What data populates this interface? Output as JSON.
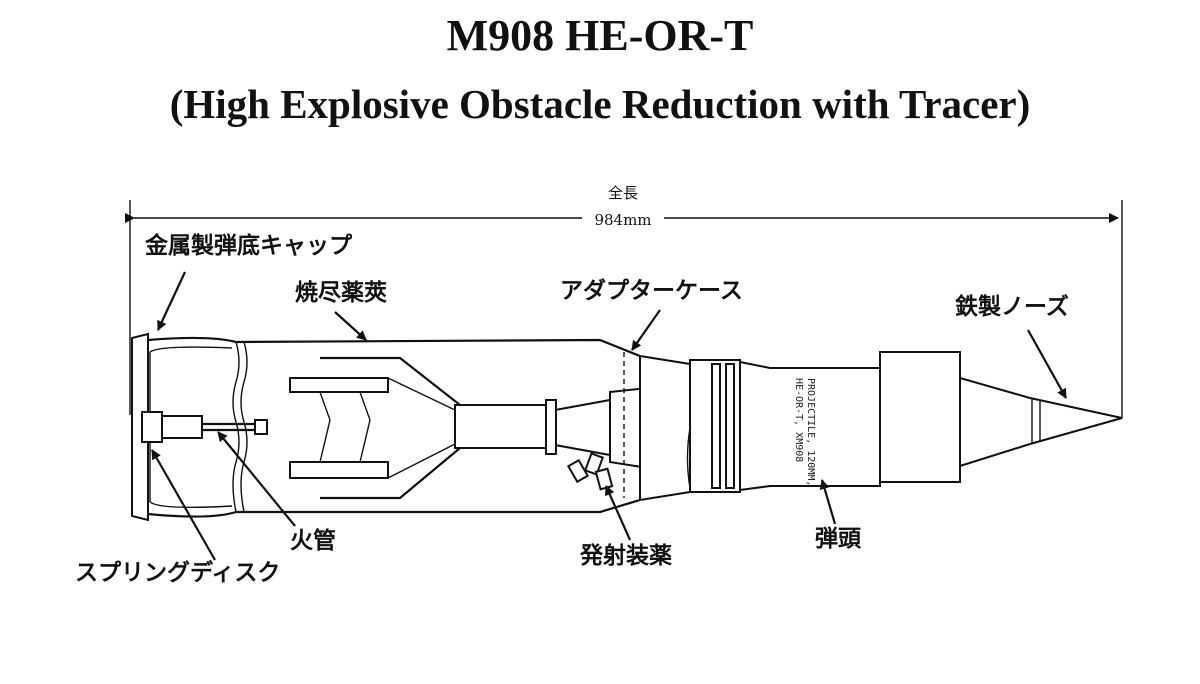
{
  "title": {
    "line1": "M908 HE-OR-T",
    "line2": "(High Explosive Obstacle Reduction with Tracer)"
  },
  "dimension": {
    "label": "全長",
    "value": "984mm"
  },
  "labels": {
    "base_cap": "金属製弾底キャップ",
    "combustible_case": "焼尽薬莢",
    "adapter_case": "アダプターケース",
    "steel_nose": "鉄製ノーズ",
    "primer": "火管",
    "spring_disc": "スプリングディスク",
    "propellant": "発射装薬",
    "warhead": "弾頭"
  },
  "stamp": {
    "line1": "PROJECTILE, 120MM,",
    "line2": "HE-OR-T, XM908"
  }
}
